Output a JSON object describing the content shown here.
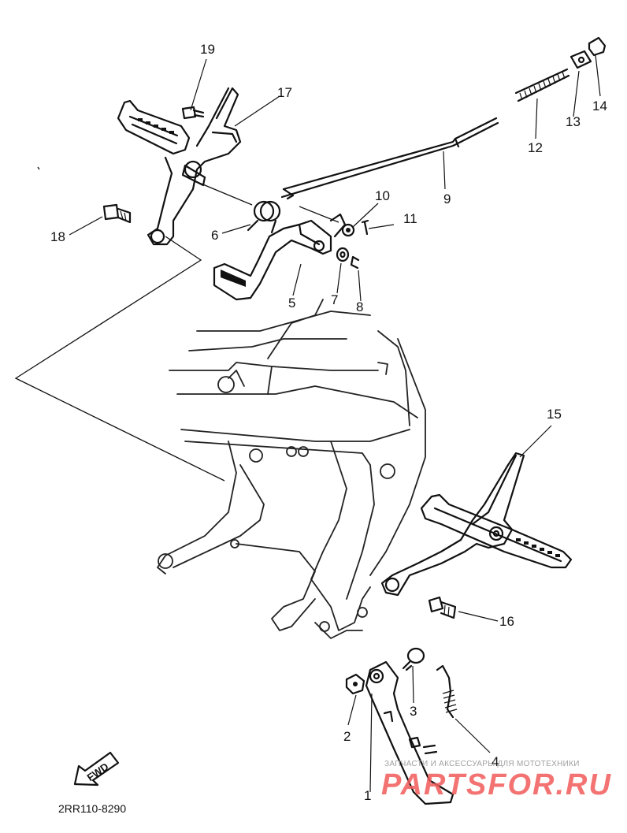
{
  "diagram": {
    "drawing_code": "2RR110-8290",
    "fwd_label": "FWD",
    "callouts": [
      "1",
      "2",
      "3",
      "4",
      "5",
      "6",
      "7",
      "8",
      "9",
      "10",
      "11",
      "12",
      "13",
      "14",
      "15",
      "16",
      "17",
      "18",
      "19"
    ]
  },
  "watermark": {
    "tagline": "ЗАПЧАСТИ И АКСЕССУАРЫ ДЛЯ МОТОТЕХНИКИ",
    "logo": "PARTSFOR.RU"
  }
}
